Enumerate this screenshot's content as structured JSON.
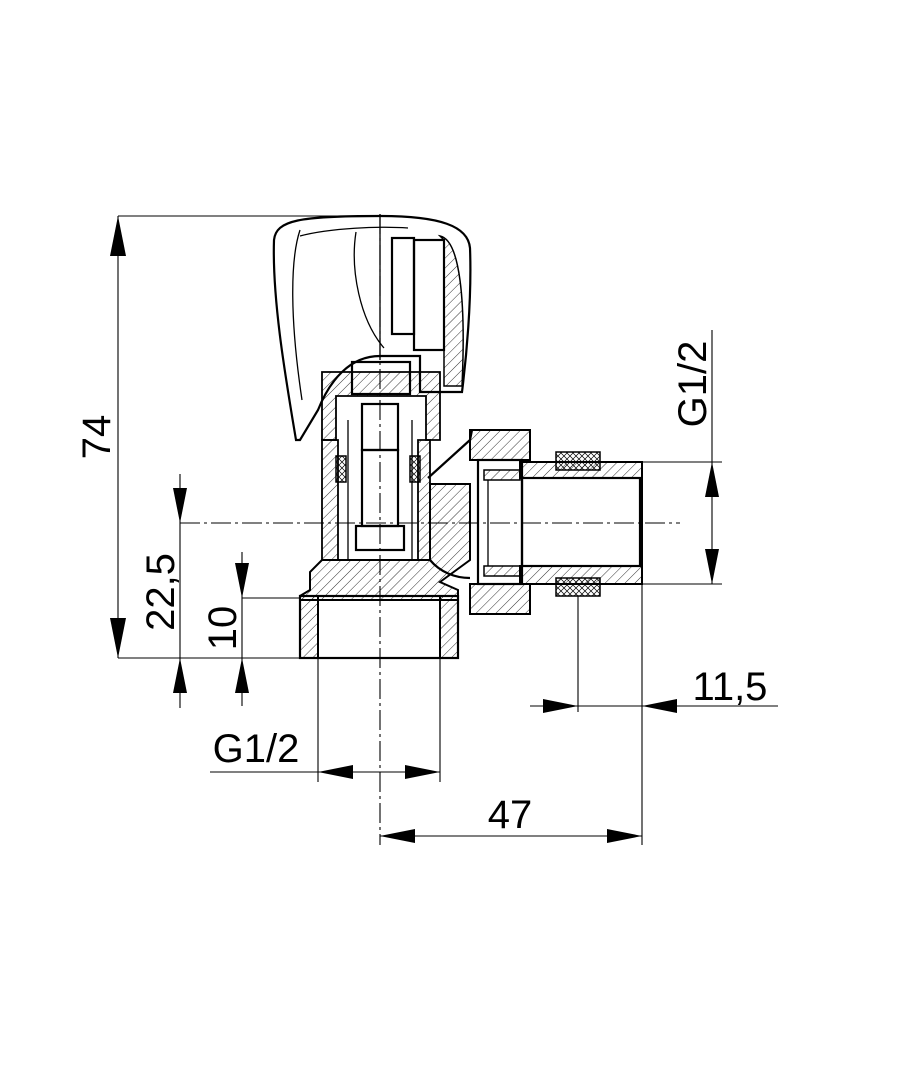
{
  "dimensions": {
    "height_total": "74",
    "axis_height": "22,5",
    "bottom_thread_height": "10",
    "bottom_thread": "G1/2",
    "side_thread": "G1/2",
    "nipple_length": "11,5",
    "axis_to_end": "47"
  }
}
